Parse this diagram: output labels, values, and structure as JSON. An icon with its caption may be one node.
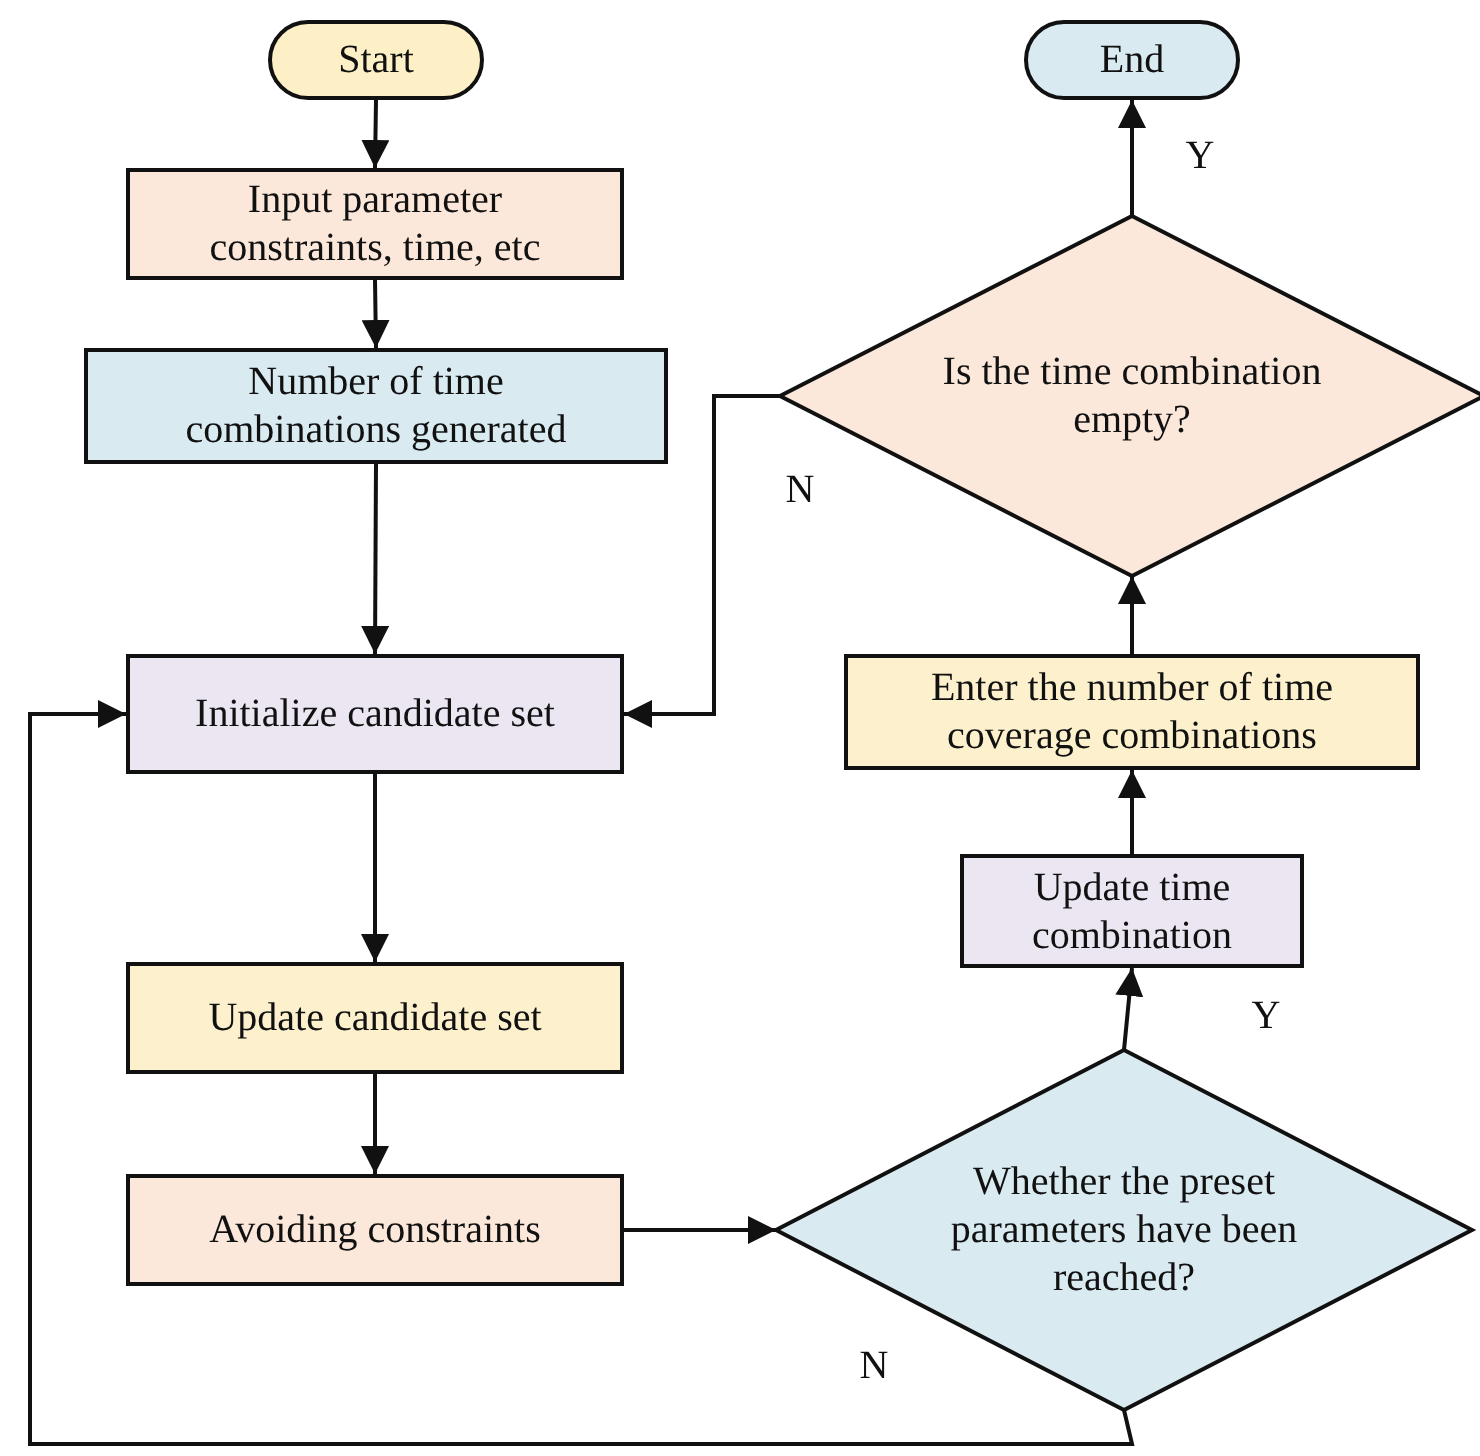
{
  "diagram": {
    "nodes": [
      {
        "text": [
          "Start"
        ]
      },
      {
        "text": [
          "Input parameter constraints, time, etc"
        ]
      },
      {
        "text": [
          "Number of time combinations generated"
        ]
      },
      {
        "text": [
          "Initialize candidate set"
        ]
      },
      {
        "text": [
          "Update candidate set"
        ]
      },
      {
        "text": [
          "Avoiding constraints"
        ]
      },
      {
        "text": [
          "Whether the preset parameters have been reached?"
        ]
      },
      {
        "text": [
          "Update time combination"
        ]
      },
      {
        "text": [
          "Enter the number of time coverage combinations"
        ]
      },
      {
        "text": [
          "Is the time combination empty?"
        ]
      },
      {
        "text": [
          "End"
        ]
      }
    ],
    "edges": [
      {
        "from": 0,
        "to": 1,
        "arrow": "to"
      },
      {
        "from": 1,
        "to": 2,
        "arrow": "to"
      },
      {
        "from": 2,
        "to": 3,
        "arrow": "to"
      },
      {
        "from": 3,
        "to": 4,
        "arrow": "to"
      },
      {
        "from": 4,
        "to": 5,
        "arrow": "to"
      },
      {
        "from": 5,
        "to": 6,
        "arrow": "to"
      },
      {
        "from": 6,
        "to": 7,
        "arrow": "to",
        "label": "Y"
      },
      {
        "from": 7,
        "to": 8,
        "arrow": "to"
      },
      {
        "from": 8,
        "to": 9,
        "arrow": "to"
      },
      {
        "from": 9,
        "to": 10,
        "arrow": "to",
        "label": "Y"
      },
      {
        "from": 9,
        "to": 3,
        "arrow": "to",
        "label": "N"
      },
      {
        "from": 6,
        "to": 3,
        "arrow": "to",
        "label": "N"
      }
    ]
  }
}
